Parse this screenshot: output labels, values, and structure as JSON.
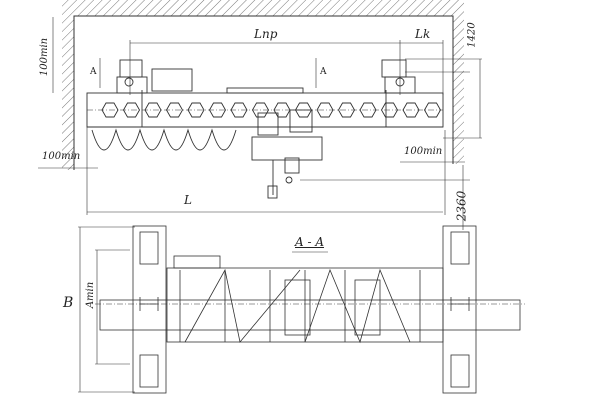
{
  "title": "Overhead crane general arrangement",
  "labels": {
    "top_clearance": "100min",
    "span_rail": "Lпр",
    "end_length": "Lk",
    "height_top": "1420",
    "section_mark_left": "A",
    "section_mark_right": "A",
    "left_clearance": "100min",
    "right_clearance": "100min",
    "span": "L",
    "height_bottom": "2360",
    "section_title": "A - A",
    "a_min": "Amin",
    "width_b": "B"
  },
  "colors": {
    "line": "#333333",
    "hatch": "#555555"
  }
}
